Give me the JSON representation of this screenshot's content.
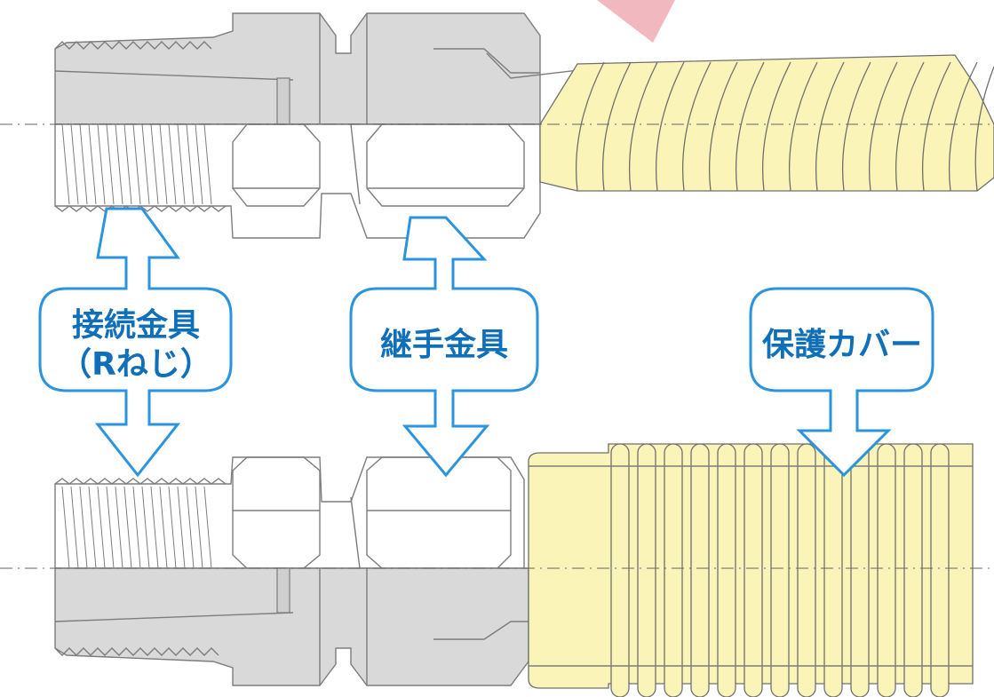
{
  "labels": {
    "fitting": [
      "接続金具",
      "（Rねじ）"
    ],
    "joint": "継手金具",
    "cover": "保護カバー"
  },
  "colors": {
    "steel": "#d9d9d9",
    "outline": "#7d7d7d",
    "cover_fill": "#fbf4b8",
    "callout_stroke": "#2a94dd",
    "callout_text": "#0f6fb8",
    "pink_arrow": "#f2b8c0"
  }
}
